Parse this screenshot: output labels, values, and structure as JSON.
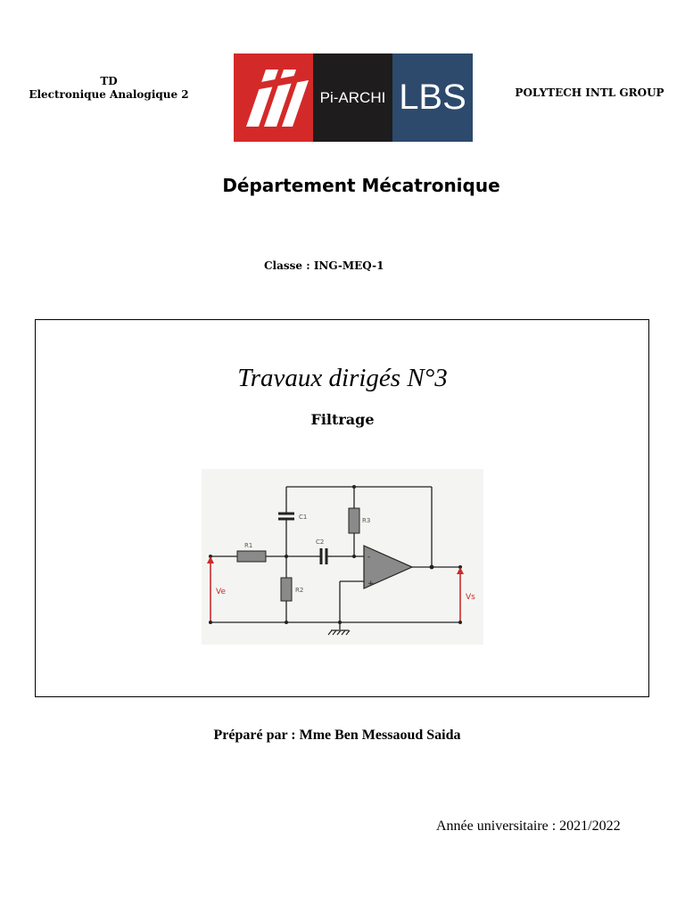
{
  "header": {
    "left_line1": "TD",
    "left_line2": "Electronique Analogique 2",
    "right": "POLYTECH INTL GROUP"
  },
  "logos": {
    "pi": "pi",
    "archi": "Pi-ARCHI",
    "lbs": "LBS",
    "colors": {
      "pi": "#d32a29",
      "archi": "#1e1c1c",
      "lbs": "#2d4a6d"
    }
  },
  "department": "Département Mécatronique",
  "classe": "Classe : ING-MEQ-1",
  "title": "Travaux dirigés N°3",
  "subtitle": "Filtrage",
  "circuit": {
    "labels": {
      "r1": "R1",
      "r2": "R2",
      "r3": "R3",
      "c1": "C1",
      "c2": "C2",
      "ve": "Ve",
      "vs": "Vs",
      "minus": "-",
      "plus": "+"
    },
    "colors": {
      "arrow": "#cc2a2a",
      "resistor": "#8a8a8a",
      "background": "#f4f5f2"
    }
  },
  "prepared_by": "Préparé par : Mme Ben Messaoud Saida",
  "year": "Année universitaire : 2021/2022"
}
